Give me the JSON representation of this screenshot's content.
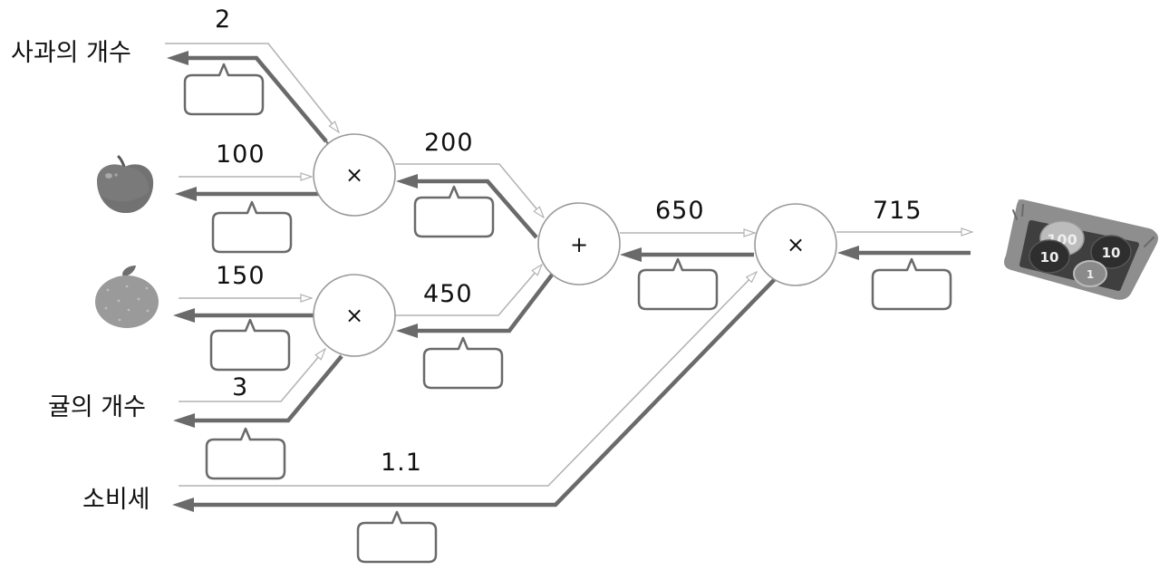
{
  "diagram": {
    "title": "",
    "colors": {
      "forward_line": "#b4b4b4",
      "backward_line": "#6a6a6a",
      "node_stroke": "#9a9a9a",
      "box_stroke": "#6a6a6a",
      "text": "#111111"
    },
    "inputs": {
      "apple_count_label": "사과의 개수",
      "apple_count_value": "2",
      "apple_price_value": "100",
      "orange_price_value": "150",
      "orange_count_label": "귤의 개수",
      "orange_count_value": "3",
      "tax_label": "소비세",
      "tax_value": "1.1"
    },
    "nodes": [
      {
        "id": "mul-apple",
        "op": "×"
      },
      {
        "id": "mul-orange",
        "op": "×"
      },
      {
        "id": "add",
        "op": "+"
      },
      {
        "id": "mul-tax",
        "op": "×"
      }
    ],
    "edges": {
      "apple_total": "200",
      "orange_total": "450",
      "sum": "650",
      "final": "715"
    },
    "gradient_boxes": [
      {
        "id": "apple-count-grad",
        "value": ""
      },
      {
        "id": "apple-price-grad",
        "value": ""
      },
      {
        "id": "apple-total-grad",
        "value": ""
      },
      {
        "id": "orange-price-grad",
        "value": ""
      },
      {
        "id": "orange-total-grad",
        "value": ""
      },
      {
        "id": "orange-count-grad",
        "value": ""
      },
      {
        "id": "sum-grad",
        "value": ""
      },
      {
        "id": "final-grad",
        "value": ""
      },
      {
        "id": "tax-grad",
        "value": ""
      }
    ],
    "icons": {
      "apple": "apple-icon",
      "orange": "orange-icon",
      "coins": "coin-tray-icon"
    },
    "coin_labels": [
      "100",
      "10",
      "10",
      "1"
    ]
  }
}
